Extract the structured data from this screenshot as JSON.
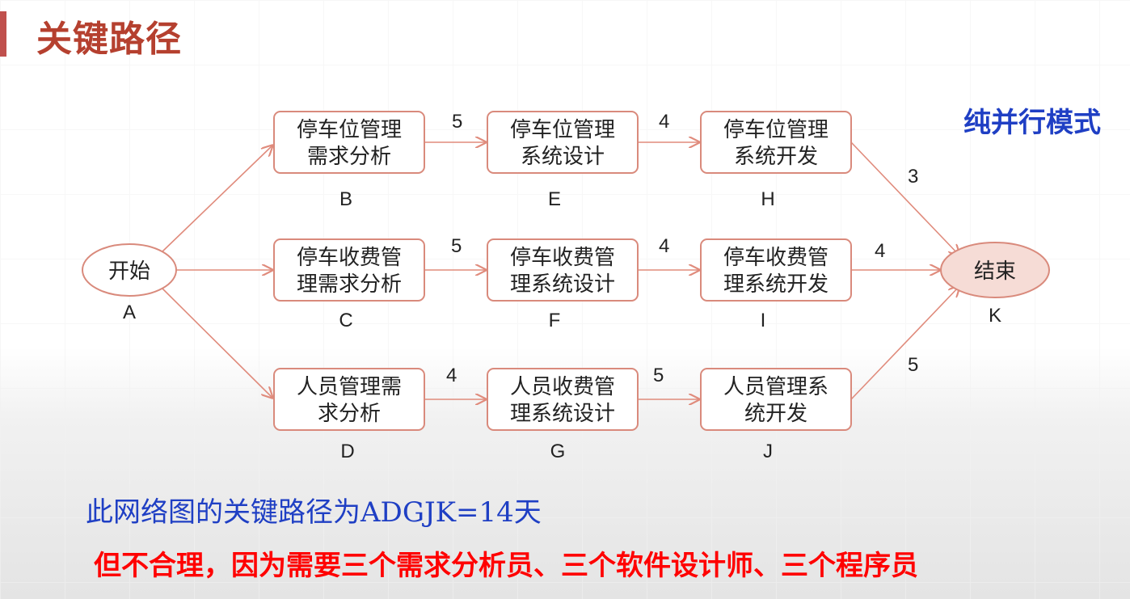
{
  "title": "关键路径",
  "mode_label": "纯并行模式",
  "conclusion": "此网络图的关键路径为ADGJK=14天",
  "note": "但不合理，因为需要三个需求分析员、三个软件设计师、三个程序员",
  "colors": {
    "title": "#b5402f",
    "node_border": "#d98a7c",
    "edge": "#e08b7c",
    "mode": "#1f3fc4",
    "note": "#ff0000",
    "end_fill": "#f6dcd6"
  },
  "nodes": {
    "A": {
      "line1": "开始",
      "line2": "",
      "letter": "A"
    },
    "B": {
      "line1": "停车位管理",
      "line2": "需求分析",
      "letter": "B"
    },
    "C": {
      "line1": "停车收费管",
      "line2": "理需求分析",
      "letter": "C"
    },
    "D": {
      "line1": "人员管理需",
      "line2": "求分析",
      "letter": "D"
    },
    "E": {
      "line1": "停车位管理",
      "line2": "系统设计",
      "letter": "E"
    },
    "F": {
      "line1": "停车收费管",
      "line2": "理系统设计",
      "letter": "F"
    },
    "G": {
      "line1": "人员收费管",
      "line2": "理系统设计",
      "letter": "G"
    },
    "H": {
      "line1": "停车位管理",
      "line2": "系统开发",
      "letter": "H"
    },
    "I": {
      "line1": "停车收费管",
      "line2": "理系统开发",
      "letter": "I"
    },
    "J": {
      "line1": "人员管理系",
      "line2": "统开发",
      "letter": "J"
    },
    "K": {
      "line1": "结束",
      "line2": "",
      "letter": "K"
    }
  },
  "edges": {
    "B_E": "5",
    "C_F": "5",
    "D_G": "4",
    "E_H": "4",
    "F_I": "4",
    "G_J": "5",
    "H_K": "3",
    "I_K": "4",
    "J_K": "5"
  }
}
